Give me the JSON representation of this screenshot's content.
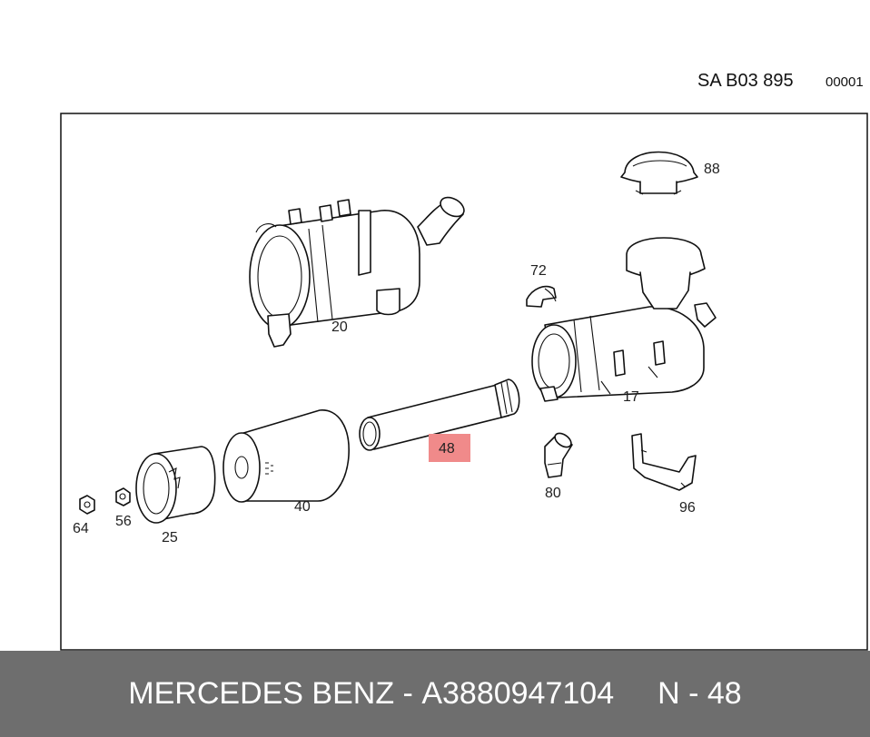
{
  "header": {
    "diagram_code": "SA B03 895",
    "sheet_number": "00001"
  },
  "callouts": {
    "p88": "88",
    "p72": "72",
    "p20": "20",
    "p17": "17",
    "p48": "48",
    "p80": "80",
    "p96": "96",
    "p40": "40",
    "p25": "25",
    "p56": "56",
    "p64": "64"
  },
  "highlight": {
    "label": "48",
    "color": "#f08a8a"
  },
  "footer": {
    "brand": "MERCEDES BENZ",
    "separator": " - ",
    "part_number": "A3880947104",
    "position_label": "N - 48"
  }
}
